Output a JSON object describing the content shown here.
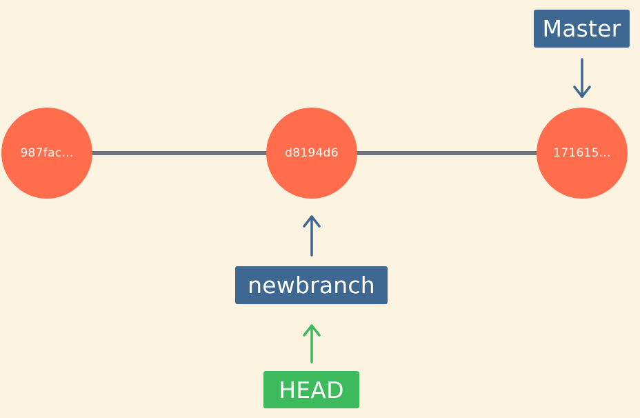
{
  "commits": [
    {
      "id": "987fac..."
    },
    {
      "id": "d8194d6"
    },
    {
      "id": "171615..."
    }
  ],
  "branches": {
    "master": "Master",
    "newbranch": "newbranch"
  },
  "head": "HEAD",
  "colors": {
    "background": "#fdf3e1",
    "commit": "#ff6d4d",
    "link": "#707480",
    "branch": "#3e6891",
    "head": "#3cba5c"
  }
}
